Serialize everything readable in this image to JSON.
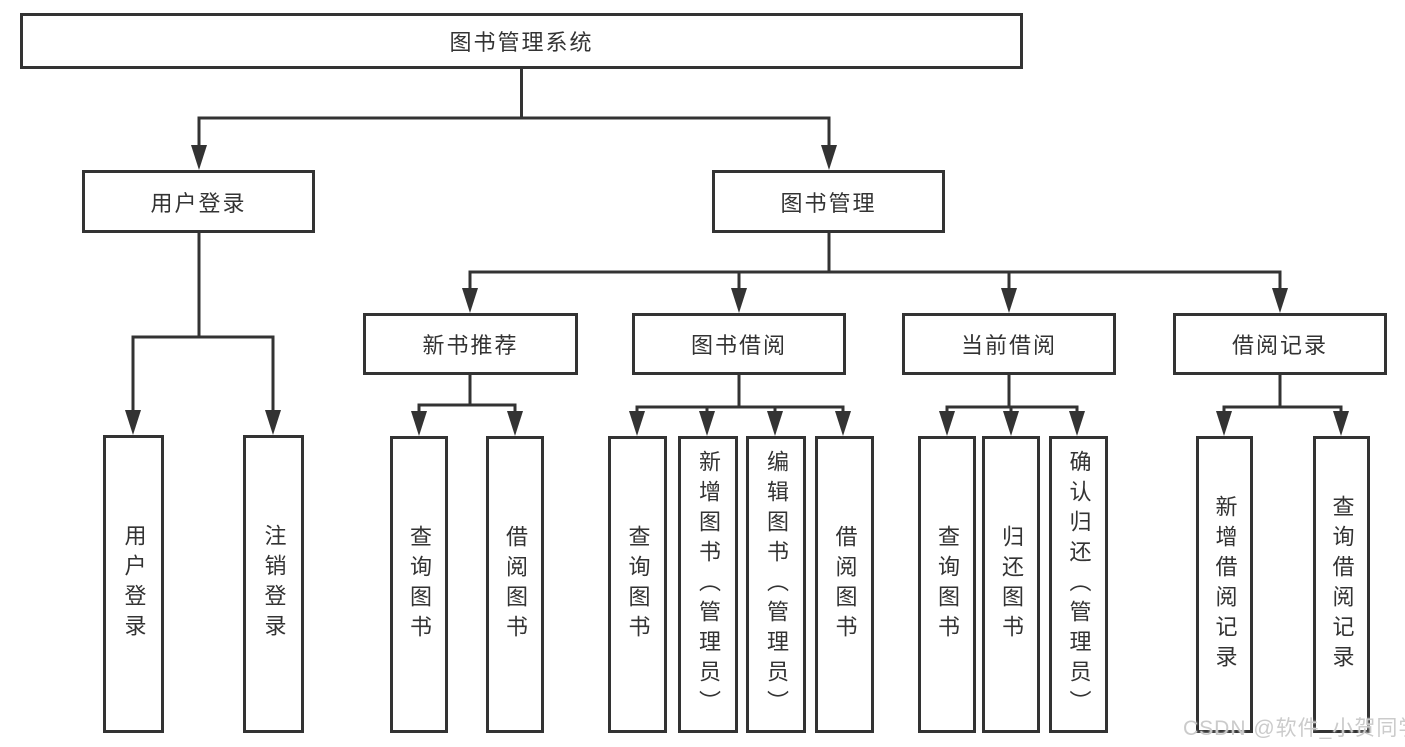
{
  "tree": {
    "root": {
      "label": "图书管理系统"
    },
    "branches": [
      {
        "label": "用户登录",
        "children": [
          {
            "label": "用户登录"
          },
          {
            "label": "注销登录"
          }
        ]
      },
      {
        "label": "图书管理",
        "children": [
          {
            "label": "新书推荐",
            "children": [
              {
                "label": "查询图书"
              },
              {
                "label": "借阅图书"
              }
            ]
          },
          {
            "label": "图书借阅",
            "children": [
              {
                "label": "查询图书"
              },
              {
                "label": "新增图书（管理员）"
              },
              {
                "label": "编辑图书（管理员）"
              },
              {
                "label": "借阅图书"
              }
            ]
          },
          {
            "label": "当前借阅",
            "children": [
              {
                "label": "查询图书"
              },
              {
                "label": "归还图书"
              },
              {
                "label": "确认归还（管理员）"
              }
            ]
          },
          {
            "label": "借阅记录",
            "children": [
              {
                "label": "新增借阅记录"
              },
              {
                "label": "查询借阅记录"
              }
            ]
          }
        ]
      }
    ]
  },
  "watermark": {
    "text": "CSDN @软件_小贺同学"
  },
  "colors": {
    "line": "#333333",
    "box_border": "#333333",
    "text": "#333333",
    "background": "#ffffff",
    "watermark": "#cbcbcb"
  }
}
